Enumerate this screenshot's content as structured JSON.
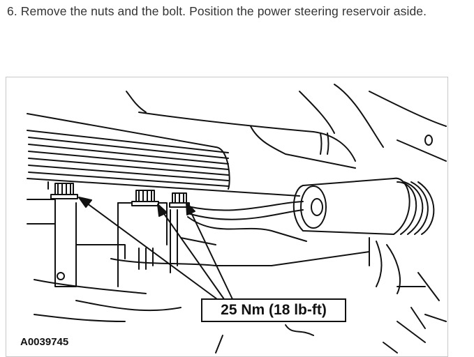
{
  "step": {
    "text": "6. Remove the nuts and the bolt. Position the power steering reservoir aside."
  },
  "figure": {
    "torque_label": "25 Nm (18 lb-ft)",
    "figure_id": "A0039745"
  },
  "colors": {
    "text": "#333333",
    "line_art": "#111111",
    "frame_border": "#c8c8c8"
  }
}
